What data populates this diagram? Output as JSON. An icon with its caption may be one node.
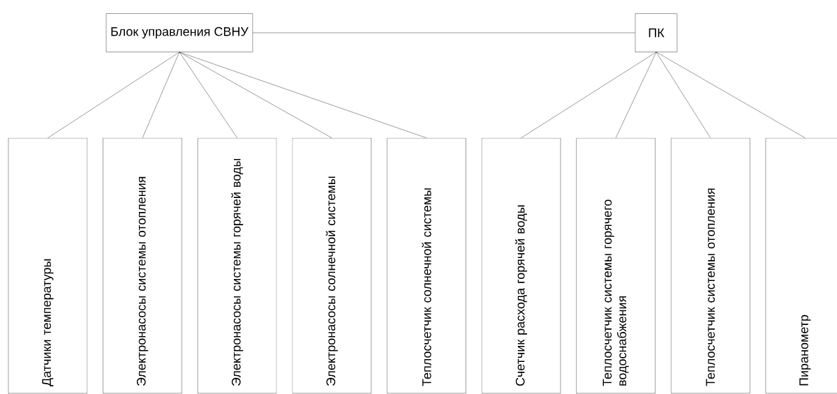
{
  "diagram": {
    "nodes": [
      {
        "text": [
          "Блок управления СВНУ"
        ]
      },
      {
        "text": [
          "ПК"
        ]
      },
      {
        "text": [
          "Датчики температуры"
        ]
      },
      {
        "text": [
          "Электронасосы системы отопления"
        ]
      },
      {
        "text": [
          "Электронасосы системы горячей воды"
        ]
      },
      {
        "text": [
          "Электронасосы солнечной системы"
        ]
      },
      {
        "text": [
          "Теплосчетчик солнечной системы"
        ]
      },
      {
        "text": [
          "Счетчик расхода горячей воды"
        ]
      },
      {
        "text": [
          "Теплосчетчик системы горячего водоснабжения"
        ]
      },
      {
        "text": [
          "Теплосчетчик системы отопления"
        ]
      },
      {
        "text": [
          "Пиранометр"
        ]
      }
    ],
    "edges": [
      {
        "from": 0,
        "to": 1,
        "arrow": "none"
      },
      {
        "from": 0,
        "to": 2,
        "arrow": "none"
      },
      {
        "from": 0,
        "to": 3,
        "arrow": "none"
      },
      {
        "from": 0,
        "to": 4,
        "arrow": "none"
      },
      {
        "from": 0,
        "to": 5,
        "arrow": "none"
      },
      {
        "from": 0,
        "to": 6,
        "arrow": "none"
      },
      {
        "from": 1,
        "to": 7,
        "arrow": "none"
      },
      {
        "from": 1,
        "to": 8,
        "arrow": "none"
      },
      {
        "from": 1,
        "to": 9,
        "arrow": "none"
      },
      {
        "from": 1,
        "to": 10,
        "arrow": "none"
      }
    ]
  }
}
